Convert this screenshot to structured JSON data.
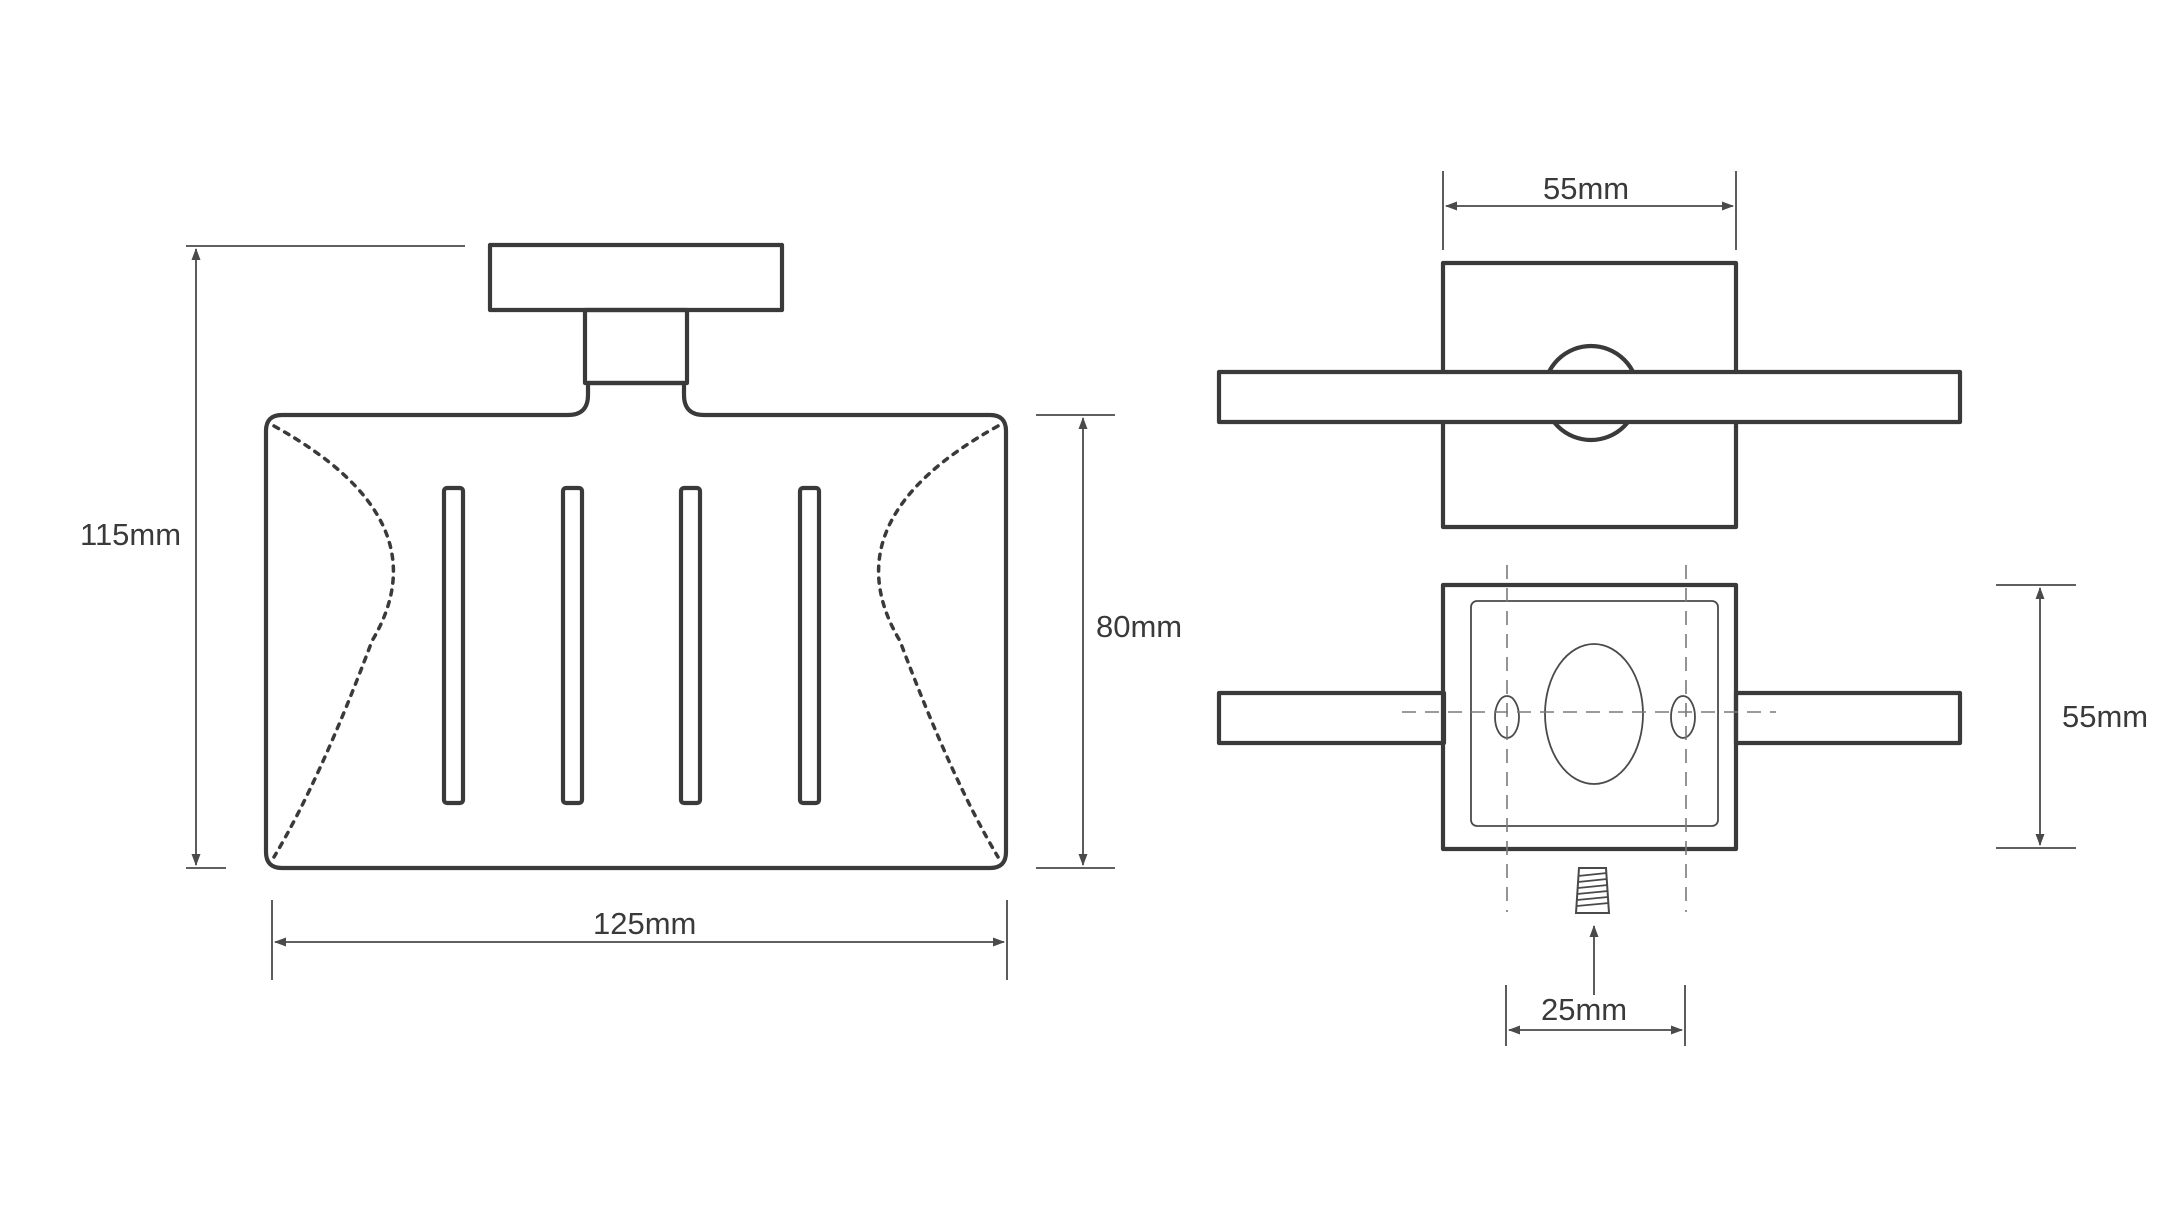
{
  "dimensions": {
    "overall_height": "115mm",
    "dish_height": "80mm",
    "dish_width": "125mm",
    "plate_width": "55mm",
    "plate_height": "55mm",
    "hole_spacing": "25mm"
  },
  "colors": {
    "line": "#3a3a3a",
    "background": "#ffffff"
  }
}
